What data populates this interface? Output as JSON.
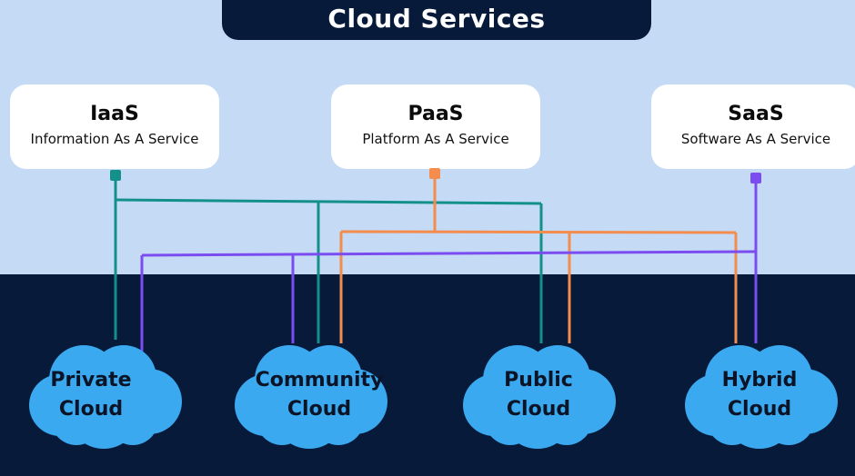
{
  "title": "Cloud Services",
  "services": [
    {
      "abbr": "IaaS",
      "name": "Information As A Service",
      "color": "#13908a"
    },
    {
      "abbr": "PaaS",
      "name": "Platform As A Service",
      "color": "#f48c4d"
    },
    {
      "abbr": "SaaS",
      "name": "Software As A Service",
      "color": "#7b4cf0"
    }
  ],
  "clouds": [
    {
      "line1": "Private",
      "line2": "Cloud"
    },
    {
      "line1": "Community",
      "line2": "Cloud"
    },
    {
      "line1": "Public",
      "line2": "Cloud"
    },
    {
      "line1": "Hybrid",
      "line2": "Cloud"
    }
  ],
  "colors": {
    "background_top": "#c5daf5",
    "background_bottom": "#071a3a",
    "cloud_fill": "#3aa9ef",
    "iaas_line": "#13908a",
    "paas_line": "#f48c4d",
    "saas_line": "#7b4cf0"
  }
}
